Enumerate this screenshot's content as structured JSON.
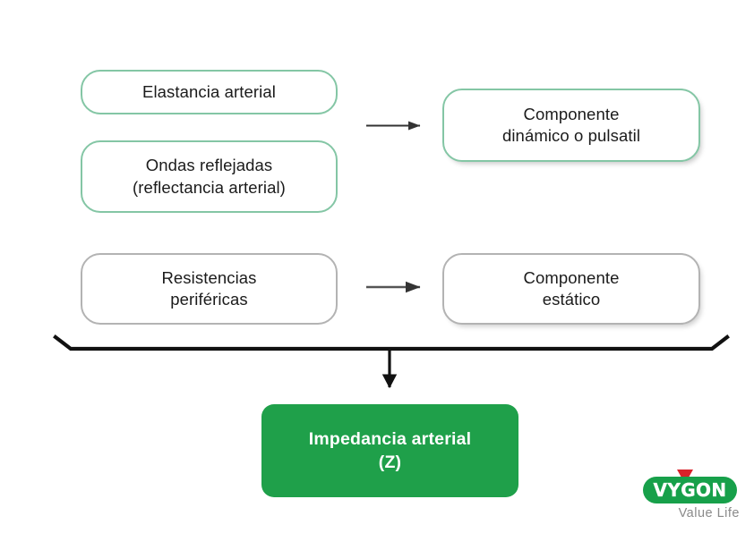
{
  "diagram": {
    "title": "Impedancia arterial",
    "language": "es",
    "background_color": "#ffffff",
    "colors": {
      "accent_green_border": "#84c6a5",
      "grey_border": "#b3b3b3",
      "result_fill": "#1fa04a",
      "result_text": "#ffffff",
      "node_text": "#1b1b1b",
      "connector": "#111111",
      "logo_green": "#17a04a",
      "logo_red": "#d8232a",
      "tagline_grey": "#8a8a8a"
    },
    "nodes": [
      {
        "id": "elastancia",
        "label": "Elastancia arterial",
        "border": "green",
        "column": "left",
        "row": 1
      },
      {
        "id": "ondas",
        "label": "Ondas reflejadas\n(reflectancia arterial)",
        "border": "green",
        "column": "left",
        "row": 2
      },
      {
        "id": "dinamico",
        "label": "Componente\ndinámico o pulsatil",
        "border": "green",
        "column": "right",
        "row": 1
      },
      {
        "id": "resistencias",
        "label": "Resistencias\nperiféricas",
        "border": "grey",
        "column": "left",
        "row": 3
      },
      {
        "id": "estatico",
        "label": "Componente\nestático",
        "border": "grey",
        "column": "right",
        "row": 3
      }
    ],
    "result": {
      "id": "impedancia",
      "label": "Impedancia arterial\n(Z)"
    },
    "connectors": [
      {
        "id": "arrow-top",
        "from": "elastancia+ondas",
        "to": "dinamico",
        "direction": "right"
      },
      {
        "id": "arrow-middle",
        "from": "resistencias",
        "to": "estatico",
        "direction": "right"
      },
      {
        "id": "bracket",
        "from": "all-components",
        "to": "impedancia",
        "direction": "down"
      }
    ]
  },
  "logo": {
    "wordmark": "VYGON",
    "tagline": "Value Life"
  }
}
